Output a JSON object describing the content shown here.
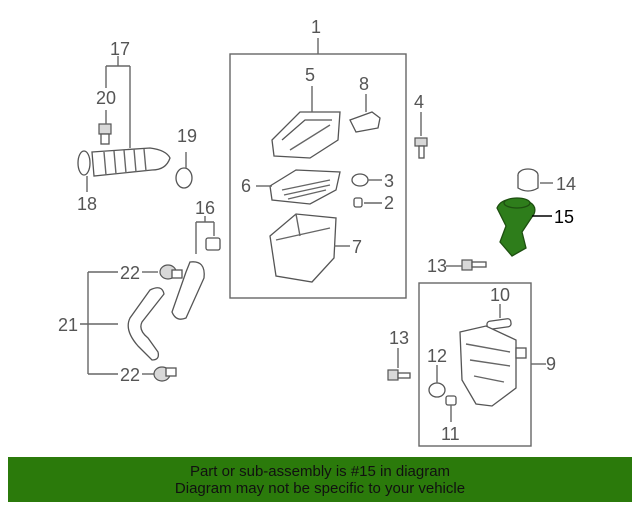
{
  "callouts": {
    "c1": "1",
    "c2": "2",
    "c3": "3",
    "c4": "4",
    "c5": "5",
    "c6": "6",
    "c7": "7",
    "c8": "8",
    "c9": "9",
    "c10": "10",
    "c11": "11",
    "c12": "12",
    "c13a": "13",
    "c13b": "13",
    "c14": "14",
    "c15": "15",
    "c16": "16",
    "c17": "17",
    "c18": "18",
    "c19": "19",
    "c20": "20",
    "c21": "21",
    "c22a": "22",
    "c22b": "22"
  },
  "highlight": {
    "part_number": "15",
    "color": "#2e7d1b"
  },
  "banner": {
    "line1": "Part or sub-assembly is #15 in diagram",
    "line2": "Diagram may not be specific to your vehicle",
    "color": "#2b7a0b"
  }
}
